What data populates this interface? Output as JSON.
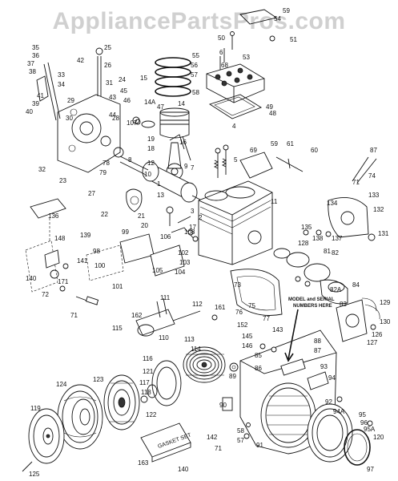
{
  "watermark": "AppliancePartsPros.com",
  "callout": {
    "line1": "MODEL and SERIAL",
    "line2": "NUMBERS HERE"
  },
  "gasket_kit_label": "GASKET SET",
  "part_labels": [
    "59",
    "54",
    "50",
    "53",
    "51",
    "55",
    "56",
    "57",
    "58",
    "49",
    "48",
    "35",
    "36",
    "37",
    "38",
    "39",
    "40",
    "41",
    "33",
    "34",
    "42",
    "31",
    "32",
    "23",
    "29",
    "30",
    "26",
    "25",
    "24",
    "15",
    "14",
    "16",
    "14A",
    "45",
    "46",
    "47",
    "43",
    "44",
    "107",
    "28",
    "27",
    "79",
    "78",
    "7",
    "11",
    "1",
    "13",
    "12",
    "10",
    "9",
    "8",
    "22",
    "21",
    "20",
    "19",
    "18",
    "17",
    "2",
    "3",
    "4",
    "5",
    "6",
    "68",
    "69",
    "59",
    "61",
    "60",
    "87",
    "74",
    "71",
    "133",
    "134",
    "132",
    "131",
    "135",
    "138",
    "137",
    "136",
    "148",
    "141",
    "140",
    "171",
    "72",
    "71",
    "139",
    "99",
    "98",
    "100",
    "101",
    "105",
    "104",
    "103",
    "102",
    "106",
    "108",
    "76",
    "75",
    "73",
    "77",
    "128",
    "81",
    "82",
    "82A",
    "83",
    "84",
    "129",
    "130",
    "126",
    "127",
    "111",
    "162",
    "115",
    "110",
    "112",
    "161",
    "152",
    "113",
    "114",
    "116",
    "121",
    "117",
    "118",
    "123",
    "122",
    "124",
    "119",
    "125",
    "145",
    "146",
    "143",
    "85",
    "86",
    "89",
    "90",
    "88",
    "87",
    "93",
    "94",
    "92",
    "91",
    "95",
    "96",
    "97",
    "120",
    "58",
    "57",
    "142",
    "71",
    "140",
    "163",
    "94A",
    "95A"
  ]
}
